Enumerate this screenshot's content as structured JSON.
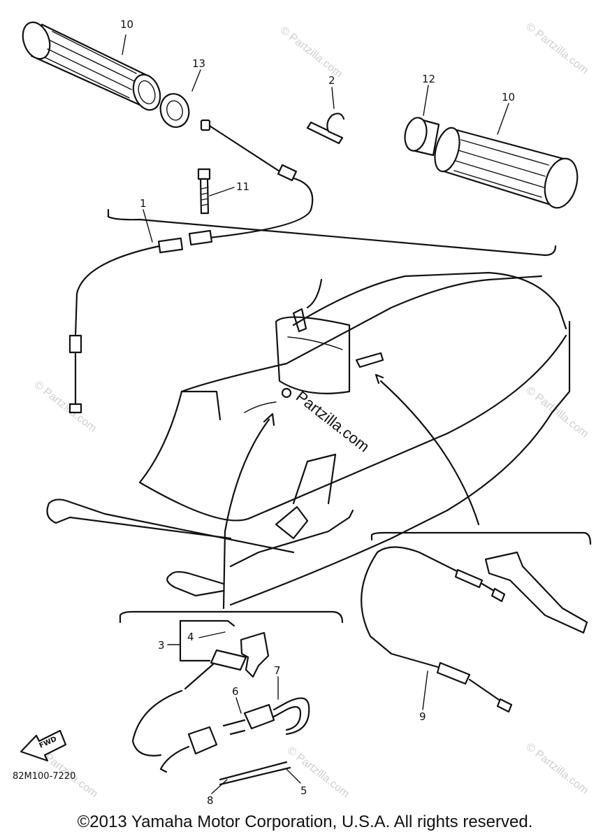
{
  "callouts": {
    "c1": "1",
    "c2": "2",
    "c3": "3",
    "c4": "4",
    "c5": "5",
    "c6": "6",
    "c7": "7",
    "c8": "8",
    "c9": "9",
    "c10a": "10",
    "c10b": "10",
    "c11": "11",
    "c12": "12",
    "c13": "13"
  },
  "diagram_code": "82M100-7220",
  "fwd_label": "FWD",
  "watermark": {
    "small": "© Partzilla.com",
    "center": "Partzilla.com"
  },
  "copyright": "©2013 Yamaha Motor Corporation, U.S.A. All rights reserved."
}
